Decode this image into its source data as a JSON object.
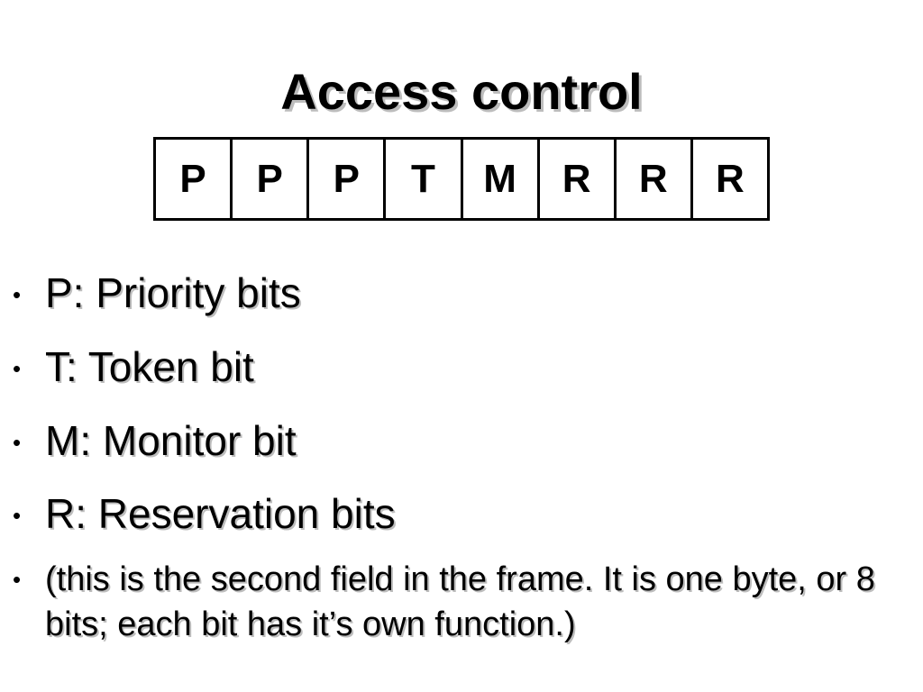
{
  "slide": {
    "title": "Access control",
    "bits": [
      "P",
      "P",
      "P",
      "T",
      "M",
      "R",
      "R",
      "R"
    ],
    "bullet_marker": "•",
    "bullets": [
      "P: Priority bits",
      "T: Token bit",
      "M: Monitor bit",
      "R: Reservation bits",
      "(this is the second field in the frame.  It is one byte, or 8 bits; each bit has it’s own function.)"
    ]
  }
}
